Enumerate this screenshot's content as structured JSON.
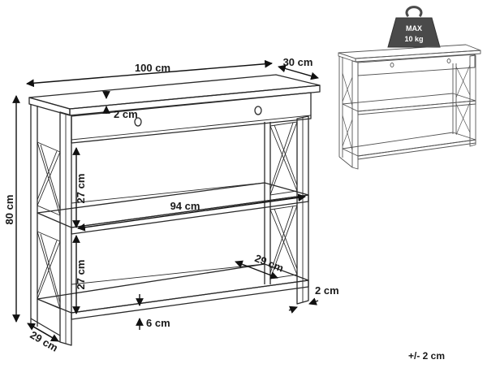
{
  "dimensions": {
    "width": "100 cm",
    "depth_top": "30 cm",
    "height": "80 cm",
    "depth_base": "29 cm",
    "top_thickness": "2 cm",
    "shelf_spacing_upper": "27 cm",
    "shelf_spacing_lower": "27 cm",
    "shelf_width": "94 cm",
    "shelf_depth": "29 cm",
    "leg_thickness": "2 cm",
    "base_clearance": "6 cm"
  },
  "weight_limit": {
    "label": "MAX",
    "value": "10 kg",
    "icon": "weight-icon"
  },
  "tolerance": "+/- 2 cm",
  "colors": {
    "line": "#2a2a2a",
    "weight_fill": "#4a4a4a"
  }
}
